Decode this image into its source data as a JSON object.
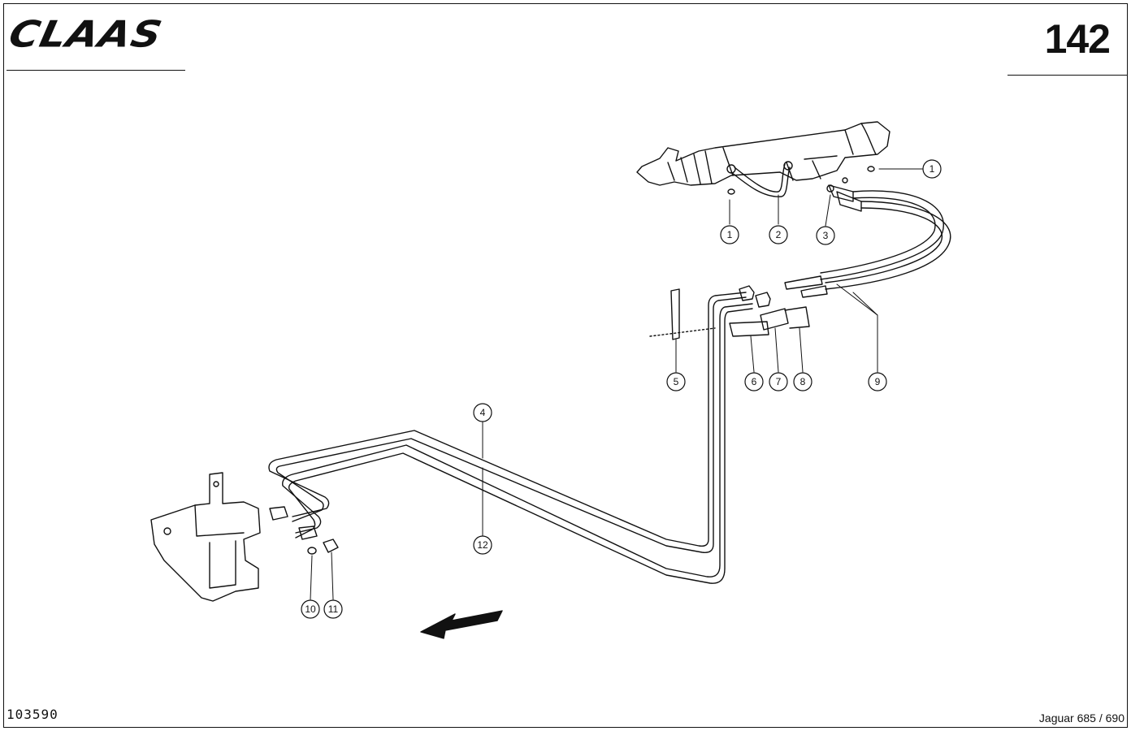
{
  "header": {
    "brand": "CLAAS",
    "page_number": "142"
  },
  "footer": {
    "document_number": "103590",
    "model": "Jaguar 685 / 690"
  },
  "callouts": [
    {
      "id": "c1a",
      "label": "1"
    },
    {
      "id": "c1b",
      "label": "1"
    },
    {
      "id": "c2",
      "label": "2"
    },
    {
      "id": "c3",
      "label": "3"
    },
    {
      "id": "c4",
      "label": "4"
    },
    {
      "id": "c5",
      "label": "5"
    },
    {
      "id": "c6",
      "label": "6"
    },
    {
      "id": "c7",
      "label": "7"
    },
    {
      "id": "c8",
      "label": "8"
    },
    {
      "id": "c9",
      "label": "9"
    },
    {
      "id": "c10",
      "label": "10"
    },
    {
      "id": "c11",
      "label": "11"
    },
    {
      "id": "c12",
      "label": "12"
    }
  ],
  "colors": {
    "ink": "#111111",
    "paper": "#ffffff"
  }
}
